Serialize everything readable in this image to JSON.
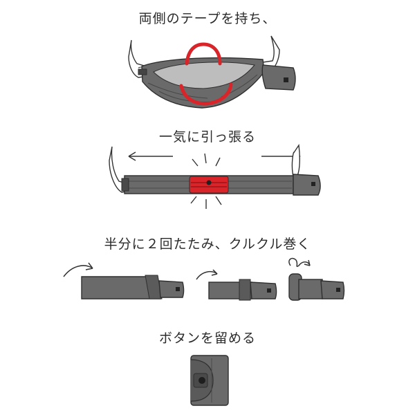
{
  "steps": [
    {
      "caption": "両側のテープを持ち、"
    },
    {
      "caption": "一気に引っ張る"
    },
    {
      "caption": "半分に２回たたみ、クルクル巻く"
    },
    {
      "caption": "ボタンを留める"
    }
  ],
  "colors": {
    "bag": "#6e6e6e",
    "bag_dark": "#4e4e4e",
    "bag_light": "#bdbdbd",
    "accent_red": "#d9242a",
    "line": "#2f2f2f"
  },
  "icons": [
    "hand-icon",
    "arrow-left-icon",
    "arrow-right-icon",
    "curved-arrow-icon",
    "roll-arrow-icon",
    "button-snap-icon"
  ]
}
